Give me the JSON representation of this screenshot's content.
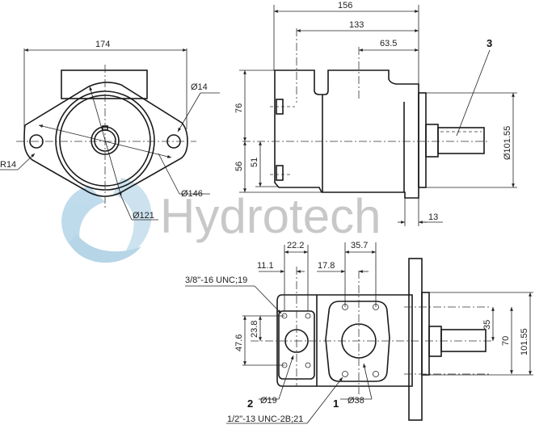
{
  "watermark": {
    "text": "Hydrotech",
    "logo_color": "#a9cfe6",
    "text_color": "#c8c8c8"
  },
  "front_view": {
    "width": "174",
    "mount_hole": "Ø14",
    "corner_radius": "R14",
    "bolt_circle": "Ø146",
    "pilot_diameter": "Ø121"
  },
  "side_view": {
    "overall_length": "156",
    "length_to_port": "133",
    "length_to_outlet": "63.5",
    "height_upper": "76",
    "height_lower": "56",
    "height_51": "51",
    "flange_thickness": "13",
    "pilot_diameter": "Ø101.55",
    "callout_3": "3"
  },
  "top_view": {
    "dim_22_2": "22.2",
    "dim_11_1": "11.1",
    "dim_35_7": "35.7",
    "dim_17_8": "17.8",
    "thread_small": "3/8\"-16 UNC;19",
    "dim_47_6": "47.6",
    "dim_23_8": "23.8",
    "dim_35": "35",
    "dim_70": "70",
    "dim_101_55": "101.55",
    "port_small": "Ø19",
    "port_large": "Ø38",
    "thread_large": "1/2\"-13 UNC-2B;21",
    "callout_1": "1",
    "callout_2": "2"
  }
}
